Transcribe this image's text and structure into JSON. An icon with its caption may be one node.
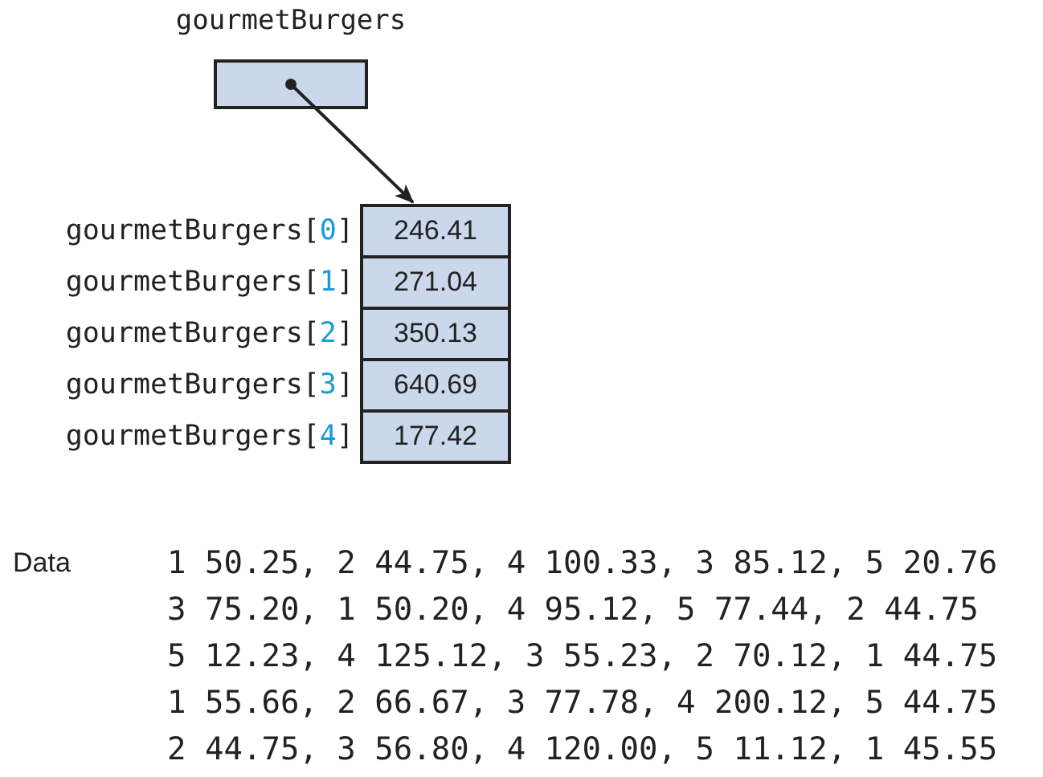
{
  "diagram": {
    "nodes": [
      {
        "text": [
          "gourmetBurgers"
        ]
      },
      {
        "text": [],
        "shape": "box"
      },
      {
        "text": [
          "246.41"
        ],
        "in": 1
      },
      {
        "text": [
          "271.04"
        ],
        "in": 1
      },
      {
        "text": [
          "350.13"
        ],
        "in": 1
      },
      {
        "text": [
          "640.69"
        ],
        "in": 1
      },
      {
        "text": [
          "177.42"
        ],
        "in": 1
      }
    ],
    "edges": [
      {
        "from": 0,
        "to": 1,
        "arrow": "to"
      }
    ],
    "labels": [
      "gourmetBurgers[0]",
      "gourmetBurgers[1]",
      "gourmetBurgers[2]",
      "gourmetBurgers[3]",
      "gourmetBurgers[4]",
      "Data",
      "1 50.25, 2 44.75, 4 100.33, 3 85.12, 5 20.76",
      "3 75.20, 1 50.20, 4 95.12, 5 77.44, 2 44.75",
      "5 12.23, 4 125.12, 3 55.23, 2 70.12, 1 44.75",
      "1 55.66, 2 66.67, 3 77.78, 4 200.12, 5 44.75",
      "2 44.75, 3 56.80, 4 120.00, 5 11.12, 1 45.55"
    ]
  }
}
